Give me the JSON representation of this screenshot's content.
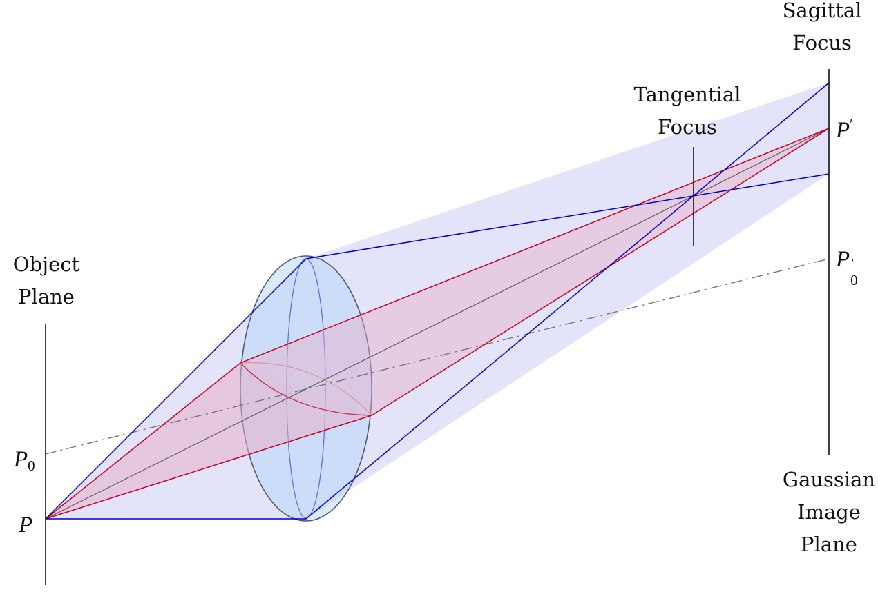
{
  "labels": {
    "object_plane": [
      "Object",
      "Plane"
    ],
    "tangential_focus": [
      "Tangential",
      "Focus"
    ],
    "sagittal_focus": [
      "Sagittal",
      "Focus"
    ],
    "gaussian_image_plane": [
      "Gaussian",
      "Image",
      "Plane"
    ]
  },
  "points": {
    "p": "P",
    "p0": "P",
    "p0_sub": "0",
    "p_prime": "P",
    "p_prime_mark": "′",
    "p0_prime": "P",
    "p0_prime_mark": "′",
    "p0_prime_sub": "0"
  },
  "colors": {
    "sagittal_ray": "#0000c8",
    "tangential_ray": "#c80020",
    "sagittal_fill": "#c8c8f5",
    "tangential_fill": "#e8b0c8",
    "lens_fill": "#b9d9f7",
    "lens_edge": "#555577",
    "chief_ray": "#666666",
    "axis_ray": "#777777"
  }
}
